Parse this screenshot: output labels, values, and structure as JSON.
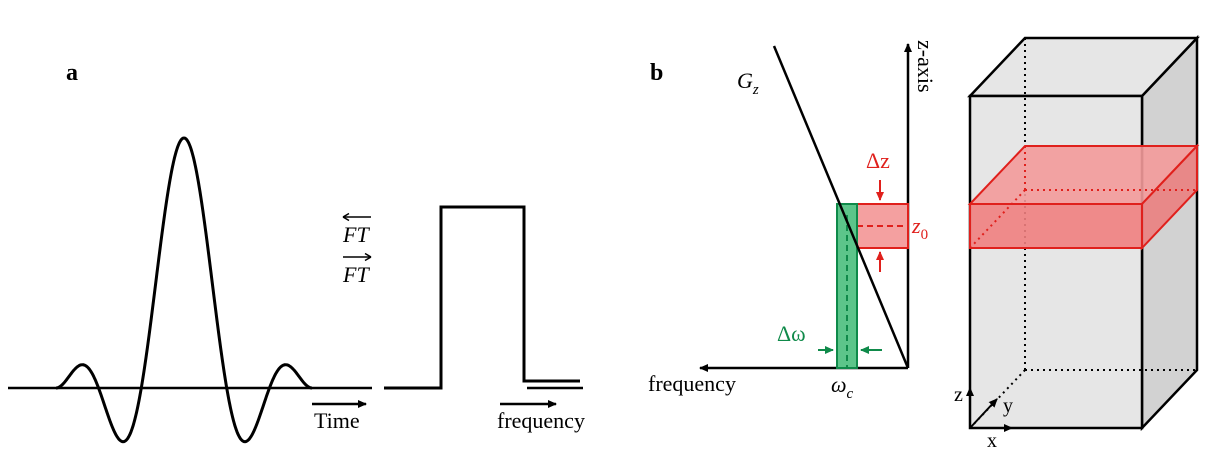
{
  "panel_a": {
    "label": "a",
    "time_label": "Time",
    "frequency_label": "frequency",
    "ft_top": "FT",
    "ft_bottom": "FT"
  },
  "panel_b": {
    "label": "b",
    "z_axis_label": "z-axis",
    "gradient_main": "G",
    "gradient_sub": "z",
    "delta_z": "Δz",
    "z0_main": "z",
    "z0_sub": "0",
    "delta_omega": "Δω",
    "omega_main": "ω",
    "omega_sub": "c",
    "frequency_label": "frequency"
  },
  "cube": {
    "axis_z": "z",
    "axis_y": "y",
    "axis_x": "x"
  },
  "colors": {
    "line": "#000000",
    "slice_fill": "#f4a0a0",
    "slice_stroke": "#e0201c",
    "band_fill": "#5cc58a",
    "band_stroke": "#0f8a4a",
    "cube_face": "#e6e6e6",
    "cube_side": "#d2d2d2"
  }
}
